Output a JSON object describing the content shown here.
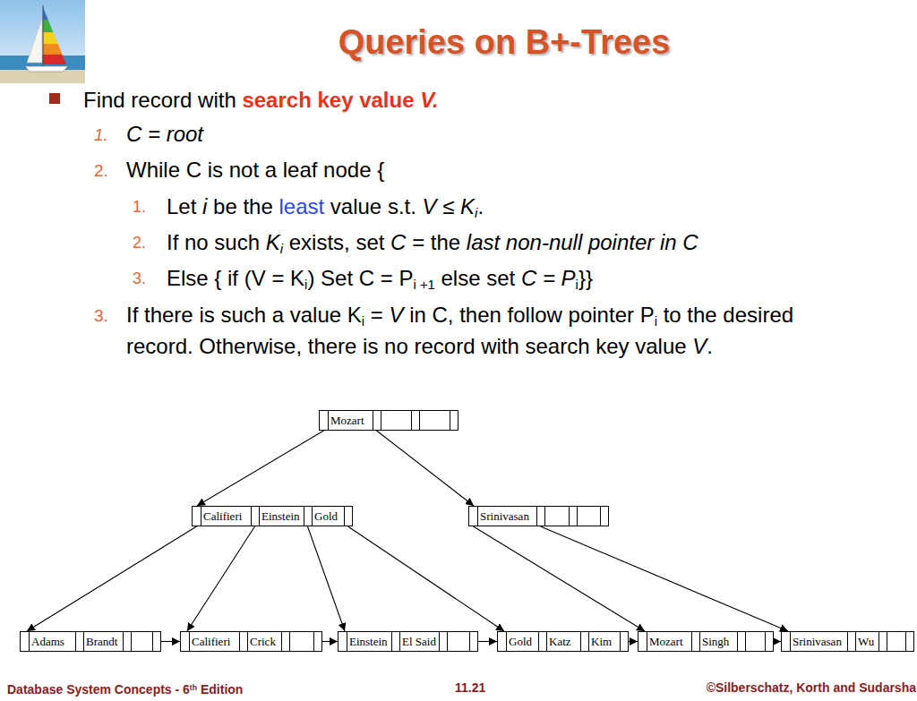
{
  "diagram": {
    "title": "Queries on B+-Trees",
    "nodes": [
      {
        "text": [
          "Mozart"
        ]
      },
      {
        "text": [
          "Califieri",
          "Einstein",
          "Gold"
        ]
      },
      {
        "text": [
          "Srinivasan"
        ]
      },
      {
        "text": [
          "Adams",
          "Brandt"
        ]
      },
      {
        "text": [
          "Califieri",
          "Crick"
        ]
      },
      {
        "text": [
          "Einstein",
          "El Said"
        ]
      },
      {
        "text": [
          "Gold",
          "Katz",
          "Kim"
        ]
      },
      {
        "text": [
          "Mozart",
          "Singh"
        ]
      },
      {
        "text": [
          "Srinivasan",
          "Wu"
        ]
      }
    ],
    "edges": [
      {
        "from": 0,
        "to": 1,
        "arrow": "to"
      },
      {
        "from": 0,
        "to": 2,
        "arrow": "to"
      },
      {
        "from": 1,
        "to": 3,
        "arrow": "to"
      },
      {
        "from": 1,
        "to": 4,
        "arrow": "to"
      },
      {
        "from": 1,
        "to": 5,
        "arrow": "to"
      },
      {
        "from": 1,
        "to": 6,
        "arrow": "to"
      },
      {
        "from": 2,
        "to": 7,
        "arrow": "to"
      },
      {
        "from": 2,
        "to": 8,
        "arrow": "to"
      },
      {
        "from": 3,
        "to": 4,
        "arrow": "to"
      },
      {
        "from": 4,
        "to": 5,
        "arrow": "to"
      },
      {
        "from": 5,
        "to": 6,
        "arrow": "to"
      },
      {
        "from": 6,
        "to": 7,
        "arrow": "to"
      },
      {
        "from": 7,
        "to": 8,
        "arrow": "to"
      }
    ],
    "labels": [
      "Find record with",
      "search key value",
      "V.",
      "1.",
      "C = root",
      "2.",
      "While C is not a leaf node {",
      "1.",
      "Let",
      "i",
      "be the",
      "least",
      "value s.t.",
      "V ≤ K",
      "i",
      ".",
      "2.",
      "If no such",
      "K",
      "i",
      "exists, set",
      "C",
      "= the",
      "last non-null pointer in C",
      "3.",
      "Else { if (V = K",
      "i",
      ") Set C = P",
      "i +1",
      "else set",
      "C = P",
      "i",
      "}}",
      "3.",
      "If there is such a value K",
      "i",
      "=",
      "V",
      "in C, then follow pointer P",
      "i",
      "to the desired record. Otherwise, there is no record with search key value",
      "V",
      ".",
      "Database System Concepts - 6",
      "th",
      "Edition",
      "11.21",
      "©Silberschatz, Korth and Sudarsha"
    ]
  }
}
